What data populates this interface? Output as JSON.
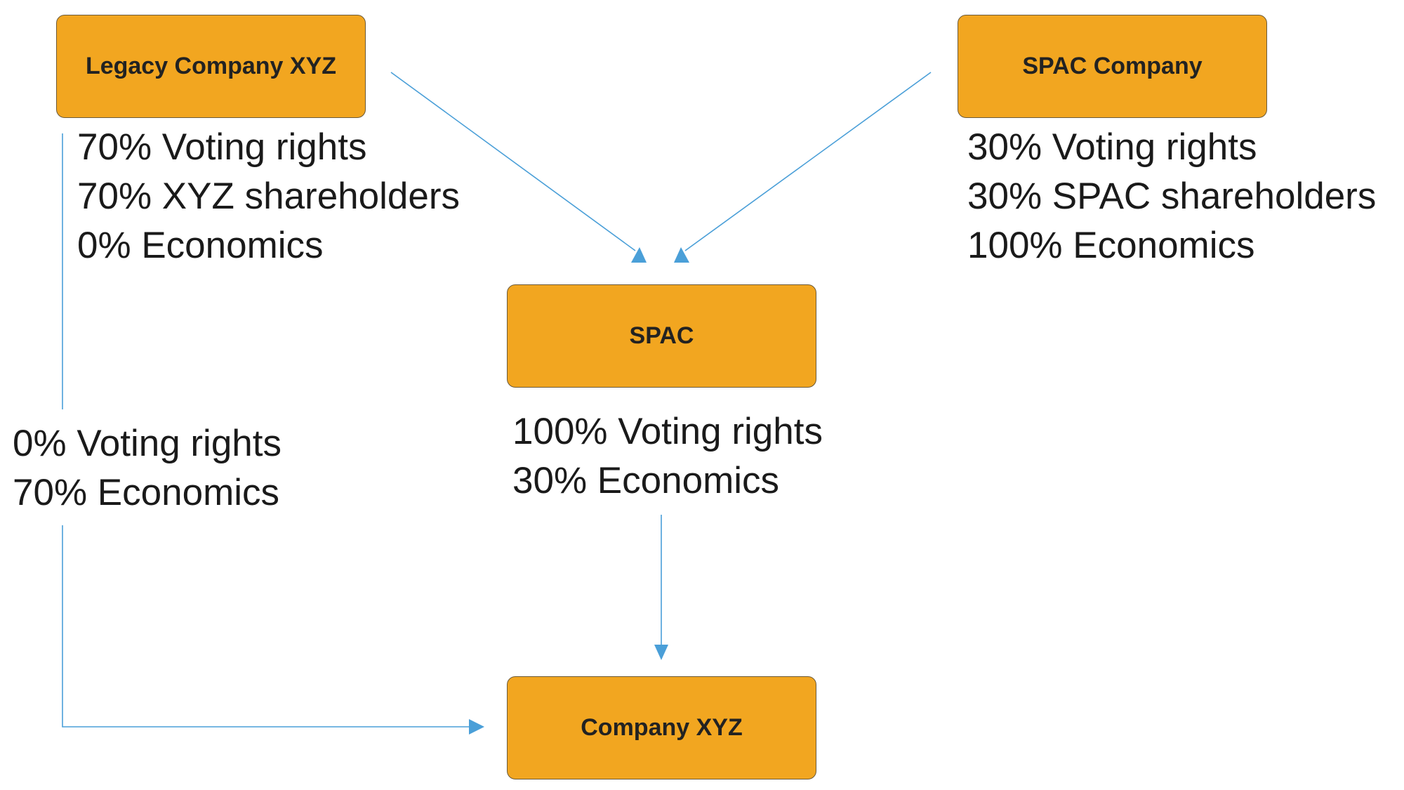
{
  "nodes": {
    "legacy": {
      "label": "Legacy Company XYZ"
    },
    "spac_company": {
      "label": "SPAC Company"
    },
    "spac": {
      "label": "SPAC"
    },
    "company_xyz": {
      "label": "Company XYZ"
    }
  },
  "annotations": {
    "legacy": [
      "70% Voting rights",
      "70% XYZ shareholders",
      "0% Economics"
    ],
    "spac_company": [
      "30% Voting rights",
      "30% SPAC shareholders",
      "100% Economics"
    ],
    "spac": [
      "100% Voting rights",
      "30% Economics"
    ],
    "legacy_to_company": [
      "0% Voting rights",
      "70% Economics"
    ]
  },
  "edges": [
    {
      "from": "legacy",
      "to": "spac"
    },
    {
      "from": "spac_company",
      "to": "spac"
    },
    {
      "from": "spac",
      "to": "company_xyz"
    },
    {
      "from": "legacy",
      "to": "company_xyz"
    }
  ],
  "colors": {
    "node_fill": "#F2A620",
    "connector": "#4a9fd8",
    "text": "#1a1a1a"
  }
}
